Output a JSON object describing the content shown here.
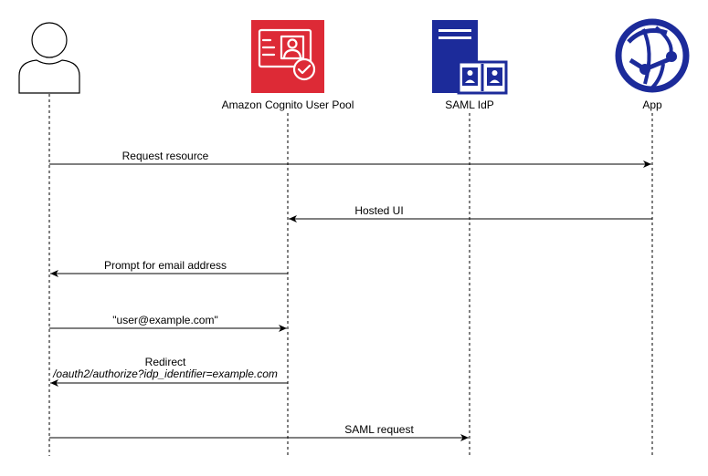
{
  "participants": [
    {
      "id": "user",
      "label": "",
      "icon": "user-icon"
    },
    {
      "id": "cognito",
      "label": "Amazon Cognito User Pool",
      "icon": "cognito-user-pool-icon"
    },
    {
      "id": "saml",
      "label": "SAML IdP",
      "icon": "saml-idp-server-icon"
    },
    {
      "id": "app",
      "label": "App",
      "icon": "app-globe-icon"
    }
  ],
  "messages": [
    {
      "from": "user",
      "to": "app",
      "label": "Request resource"
    },
    {
      "from": "app",
      "to": "cognito",
      "label": "Hosted UI"
    },
    {
      "from": "cognito",
      "to": "user",
      "label": "Prompt for email address"
    },
    {
      "from": "user",
      "to": "cognito",
      "label": "\"user@example.com\""
    },
    {
      "from": "cognito",
      "to": "user",
      "label": "Redirect",
      "sublabel": "/oauth2/authorize?idp_identifier=example.com"
    },
    {
      "from": "user",
      "to": "saml",
      "label": "SAML request"
    }
  ],
  "colors": {
    "cognito_red": "#dd2a36",
    "idp_blue": "#1c2b9a",
    "line": "#000000"
  }
}
